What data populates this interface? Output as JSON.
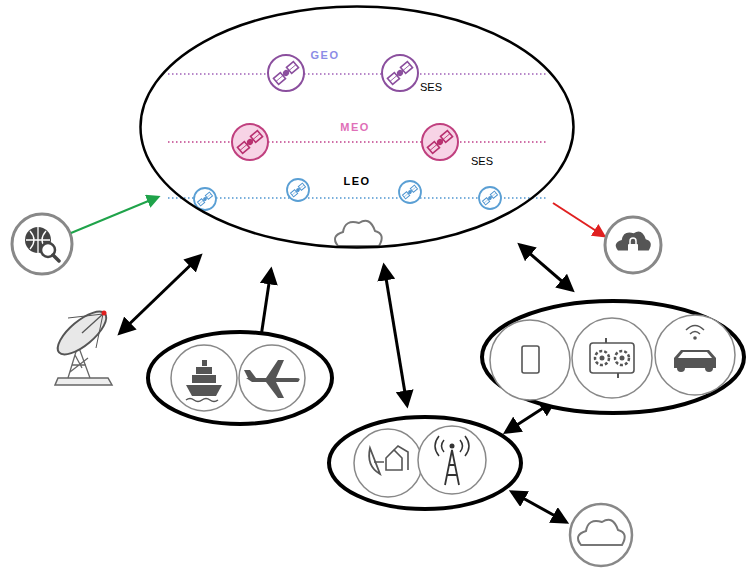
{
  "diagram": {
    "nodes": [
      {
        "text": [
          "GEO",
          "SES",
          "MEO",
          "SES",
          "LEO"
        ]
      }
    ]
  }
}
